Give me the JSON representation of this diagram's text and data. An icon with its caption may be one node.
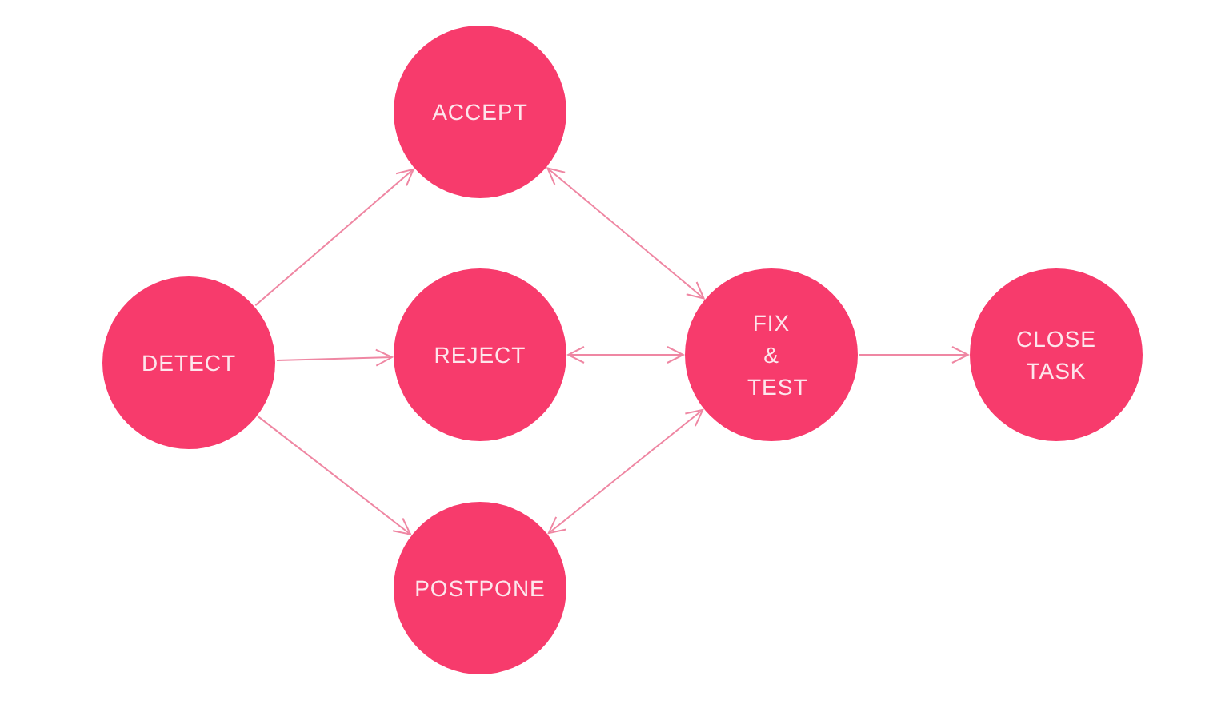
{
  "diagram": {
    "nodes": [
      {
        "text": [
          "DETECT"
        ]
      },
      {
        "text": [
          "ACCEPT"
        ]
      },
      {
        "text": [
          "REJECT"
        ]
      },
      {
        "text": [
          "POSTPONE"
        ]
      },
      {
        "text": [
          "FIX & TEST"
        ]
      },
      {
        "text": [
          "CLOSE TASK"
        ]
      }
    ],
    "edges": [
      {
        "from": 0,
        "to": 1,
        "arrow": "to"
      },
      {
        "from": 0,
        "to": 2,
        "arrow": "to"
      },
      {
        "from": 0,
        "to": 3,
        "arrow": "to"
      },
      {
        "from": 1,
        "to": 4,
        "arrow": "both"
      },
      {
        "from": 2,
        "to": 4,
        "arrow": "both"
      },
      {
        "from": 3,
        "to": 4,
        "arrow": "both"
      },
      {
        "from": 4,
        "to": 5,
        "arrow": "to"
      }
    ]
  }
}
